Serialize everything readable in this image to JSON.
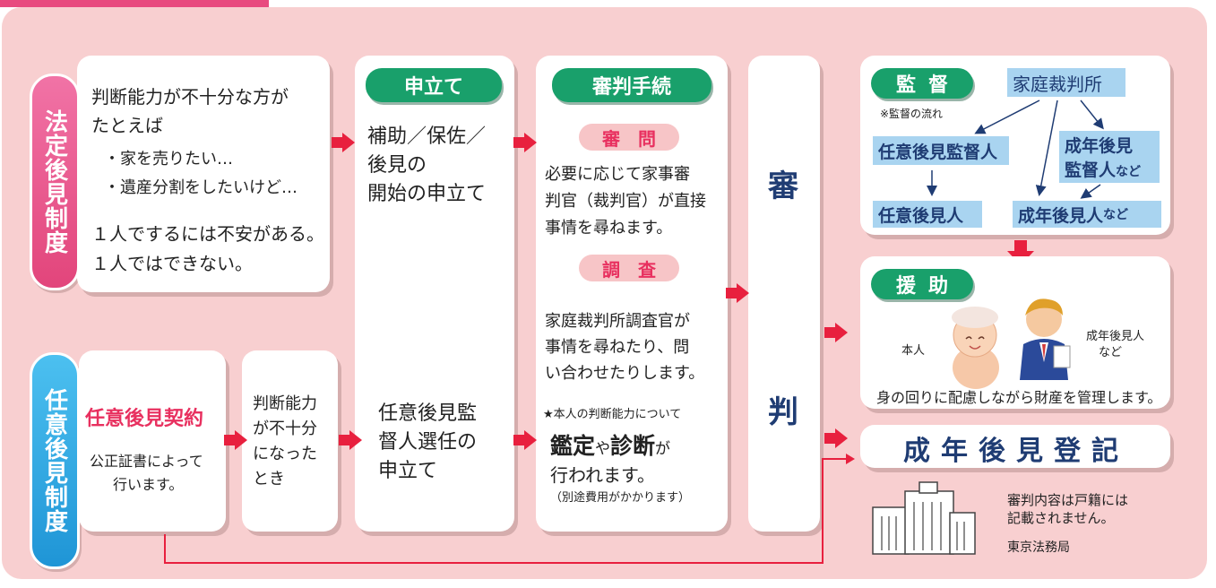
{
  "side_labels": {
    "legal": "法定後見制度",
    "voluntary": "任意後見制度"
  },
  "legal_case": {
    "line1": "判断能力が不十分な方が",
    "line2": "たとえば",
    "example1": "・家を売りたい…",
    "example2": "・遺産分割をしたいけど…",
    "line3": "１人でするには不安がある。",
    "line4": "１人ではできない。"
  },
  "voluntary_case": {
    "title": "任意後見契約",
    "desc1": "公正証書によって",
    "desc2": "行います。"
  },
  "decline": {
    "l1": "判断能力",
    "l2": "が不十分",
    "l3": "になった",
    "l4": "とき"
  },
  "petition": {
    "header": "申立て",
    "legal1": "補助／保佐／",
    "legal2": "後見の",
    "legal3": "開始の申立て",
    "vol1": "任意後見監",
    "vol2": "督人選任の",
    "vol3": "申立て"
  },
  "procedure": {
    "header": "審判手続",
    "inquiry": "審問",
    "inquiry_l1": "必要に応じて家事審",
    "inquiry_l2": "判官（裁判官）が直接",
    "inquiry_l3": "事情を尋ねます。",
    "investigation": "調査",
    "inv_l1": "家庭裁判所調査官が",
    "inv_l2": "事情を尋ねたり、問",
    "inv_l3": "い合わせたりします。",
    "note": "★本人の判断能力について",
    "assess_a": "鑑定",
    "assess_b": "や",
    "assess_c": "診断",
    "assess_d": "が",
    "assess_l2": "行われます。",
    "cost": "（別途費用がかかります）"
  },
  "judgment": {
    "top": "審",
    "bottom": "判"
  },
  "supervision": {
    "header": "監督",
    "court": "家庭裁判所",
    "flow_note": "※監督の流れ",
    "vol_supervisor": "任意後見監督人",
    "adult_sup_1": "成年後見",
    "adult_sup_2": "監督人",
    "adult_sup_suffix": "など",
    "vol_guardian": "任意後見人",
    "adult_guardian": "成年後見人",
    "adult_guardian_suffix": "など"
  },
  "assistance": {
    "header": "援助",
    "person": "本人",
    "guardian_1": "成年後見人",
    "guardian_2": "など",
    "caption": "身の回りに配慮しながら財産を管理します。"
  },
  "registration": {
    "title": "成年後見登記",
    "note1": "審判内容は戸籍には",
    "note2": "記載されません。",
    "office": "東京法務局"
  },
  "colors": {
    "background": "#f8cfd0",
    "legal_pill": "#e94f87",
    "voluntary_pill": "#27a4e0",
    "green": "#19a06b",
    "red_arrow": "#e8203e",
    "blue_text": "#1f3c73",
    "pink_text": "#e8305f"
  }
}
